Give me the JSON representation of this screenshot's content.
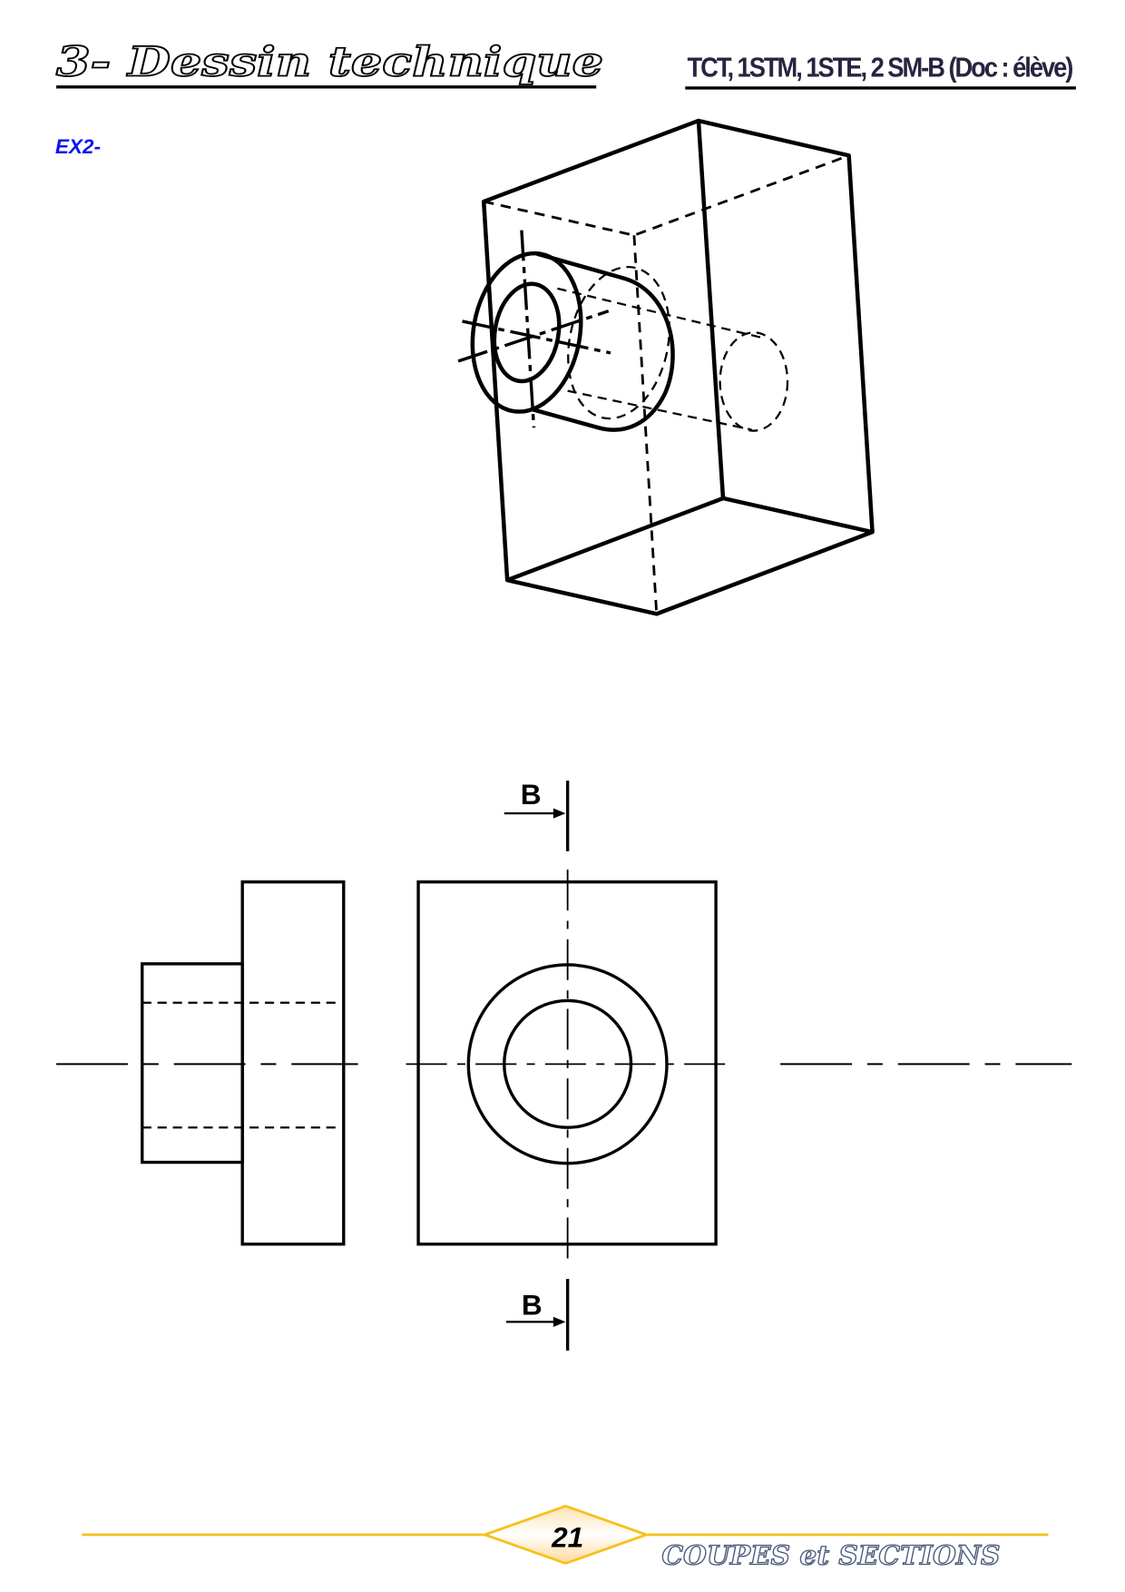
{
  "header": {
    "title": "3- Dessin technique",
    "classes": "TCT, 1STM, 1STE,  2 SM-B (Doc : élève)"
  },
  "exercise": {
    "label": "EX2-"
  },
  "section_marks": {
    "top": "B",
    "bottom": "B"
  },
  "footer": {
    "page_number": "21",
    "chapter": "COUPES et SECTIONS",
    "accent_color": "#f5c21b"
  }
}
